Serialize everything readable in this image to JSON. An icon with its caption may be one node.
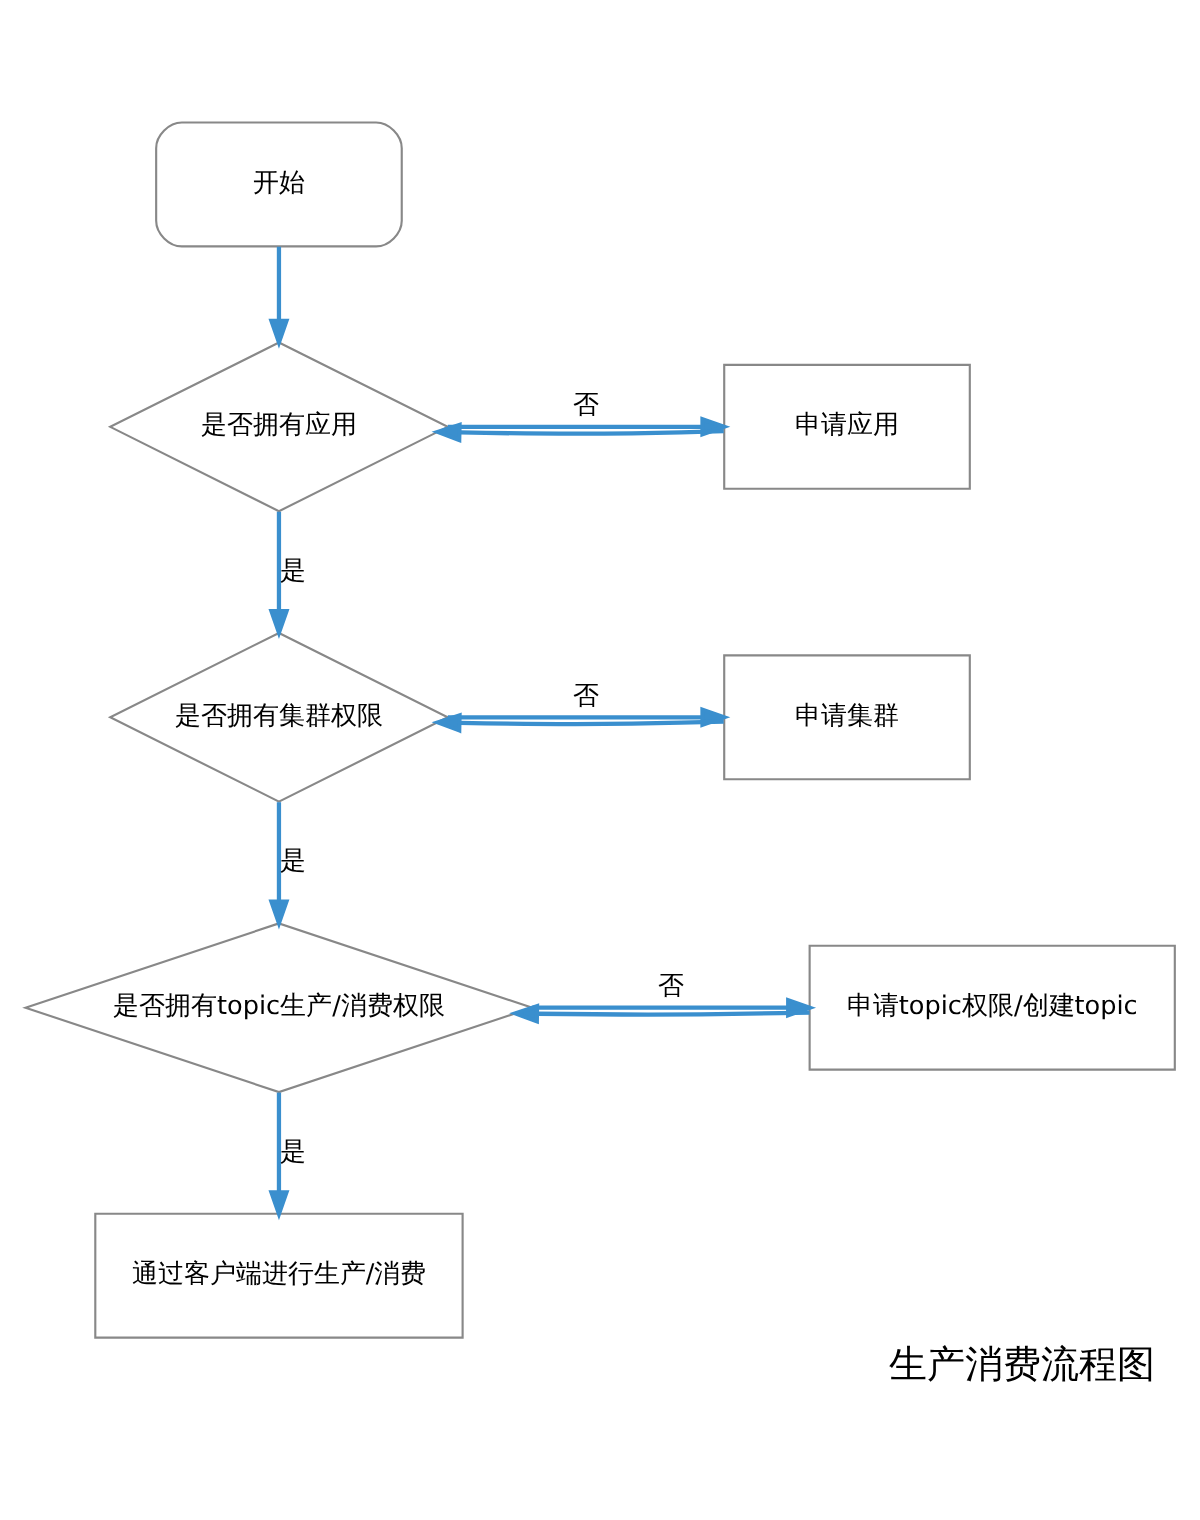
{
  "diagram": {
    "caption": "生产消费流程图",
    "nodes": [
      {
        "text": [
          "开始"
        ]
      },
      {
        "text": [
          "是否拥有应用"
        ]
      },
      {
        "text": [
          "申请应用"
        ]
      },
      {
        "text": [
          "是否拥有集群权限"
        ]
      },
      {
        "text": [
          "申请集群"
        ]
      },
      {
        "text": [
          "是否拥有topic生产/消费权限"
        ]
      },
      {
        "text": [
          "申请topic权限/创建topic"
        ]
      },
      {
        "text": [
          "通过客户端进行生产/消费"
        ]
      }
    ],
    "edges": [
      {
        "from": 0,
        "to": 1,
        "arrow": "to"
      },
      {
        "from": 1,
        "to": 2,
        "label": "否",
        "arrow": "to"
      },
      {
        "from": 2,
        "to": 1,
        "arrow": "to"
      },
      {
        "from": 1,
        "to": 3,
        "label": "是",
        "arrow": "to"
      },
      {
        "from": 3,
        "to": 4,
        "label": "否",
        "arrow": "to"
      },
      {
        "from": 4,
        "to": 3,
        "arrow": "to"
      },
      {
        "from": 3,
        "to": 5,
        "label": "是",
        "arrow": "to"
      },
      {
        "from": 5,
        "to": 6,
        "label": "否",
        "arrow": "to"
      },
      {
        "from": 6,
        "to": 5,
        "arrow": "to"
      },
      {
        "from": 5,
        "to": 7,
        "label": "是",
        "arrow": "to"
      }
    ]
  }
}
